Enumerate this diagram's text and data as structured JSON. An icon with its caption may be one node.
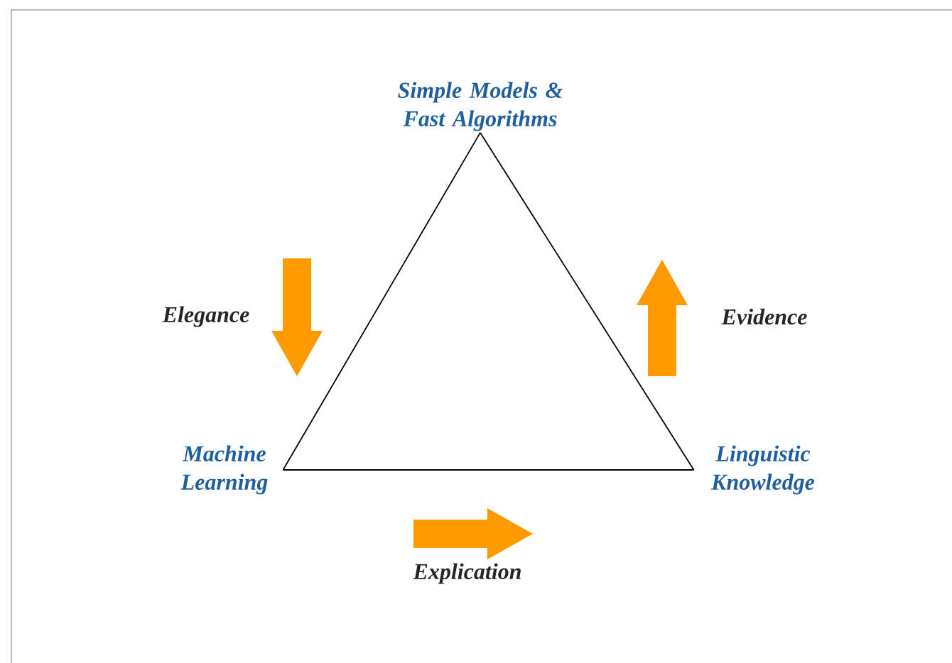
{
  "diagram": {
    "nodes": [
      {
        "text": [
          "Simple Models & Fast Algorithms"
        ]
      },
      {
        "text": [
          "Machine Learning"
        ]
      },
      {
        "text": [
          "Linguistic Knowledge"
        ]
      }
    ],
    "edges": [
      {
        "from": 0,
        "to": 1,
        "arrow": "none"
      },
      {
        "from": 1,
        "to": 2,
        "arrow": "none"
      },
      {
        "from": 2,
        "to": 0,
        "arrow": "none"
      }
    ],
    "labels": [
      "Elegance",
      "Evidence",
      "Explication"
    ]
  }
}
